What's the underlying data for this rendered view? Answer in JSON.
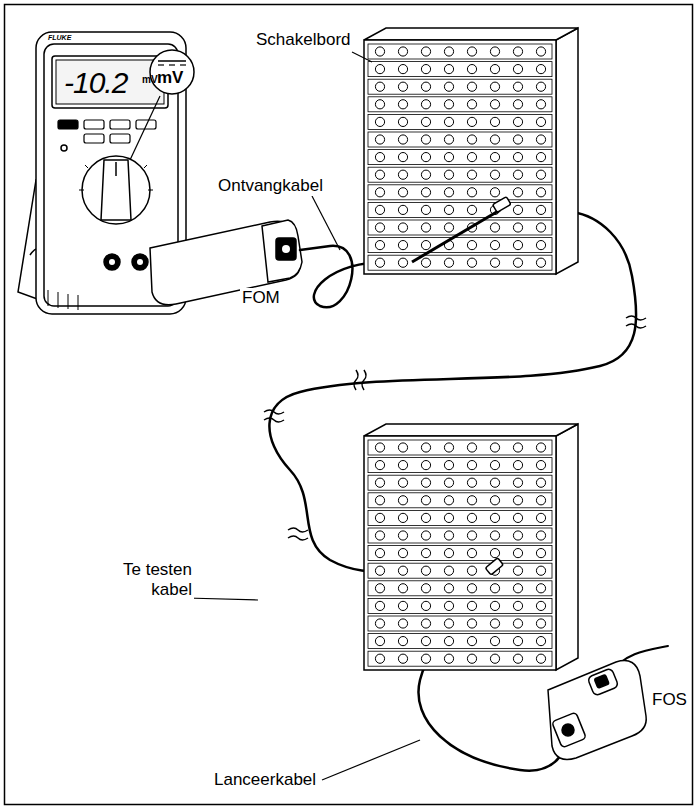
{
  "diagram": {
    "labels": [
      "Schakelbord",
      "Ontvangkabel",
      "FOM",
      "Te testen kabel",
      "FOS",
      "Lanceerkabel",
      "FLUKE",
      "-10.2",
      "mV",
      "mV"
    ]
  }
}
